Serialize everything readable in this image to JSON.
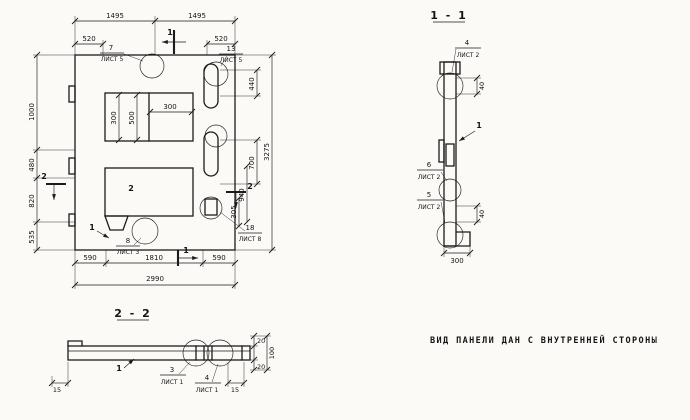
{
  "note": "ВИД ПАНЕЛИ ДАН С ВНУТРЕННЕЙ СТОРОНЫ",
  "titles": {
    "section_1_1": "1 - 1",
    "section_2_2": "2 - 2"
  },
  "plan": {
    "dims": {
      "top_1495_left": "1495",
      "top_1495_right": "1495",
      "top_520_left": "520",
      "top_520_right": "520",
      "left_1000": "1000",
      "left_480": "480",
      "left_820": "820",
      "left_535": "535",
      "right_3275": "3275",
      "right_440": "440",
      "right_700": "700",
      "right_940": "940",
      "right_305": "305",
      "inner_300_v": "300",
      "inner_500_v": "500",
      "inner_300_h": "300",
      "bottom_590_left": "590",
      "bottom_1810": "1810",
      "bottom_590_right": "590",
      "bottom_2990": "2990"
    },
    "marks": {
      "section1_top": "1",
      "section1_bottom": "1",
      "section2_left": "2",
      "section2_right": "2",
      "item1": "1",
      "item2": "2"
    },
    "callouts": {
      "top_left": {
        "num": "7",
        "sheet": "ЛИСТ 5"
      },
      "top_right": {
        "num": "13",
        "sheet": "ЛИСТ 5"
      },
      "right": {
        "num": "18",
        "sheet": "ЛИСТ 8"
      },
      "bottom": {
        "num": "8",
        "sheet": "ЛИСТ 3"
      }
    }
  },
  "section11": {
    "callouts": {
      "top": {
        "num": "4",
        "sheet": "ЛИСТ 2"
      },
      "middle": {
        "num": "6",
        "sheet": "ЛИСТ 2"
      },
      "bottom": {
        "num": "5",
        "sheet": "ЛИСТ 2"
      }
    },
    "dims": {
      "top_40": "40",
      "bottom_40": "40",
      "width_300": "300"
    },
    "marks": {
      "item1": "1"
    }
  },
  "section22": {
    "callouts": {
      "left": {
        "num": "3",
        "sheet": "ЛИСТ 1"
      },
      "right": {
        "num": "4",
        "sheet": "ЛИСТ 1"
      }
    },
    "dims": {
      "right_20_top": "20",
      "right_100": "100",
      "right_20_bottom": "20",
      "left_15": "15",
      "right_15": "15"
    },
    "marks": {
      "item1": "1"
    }
  }
}
